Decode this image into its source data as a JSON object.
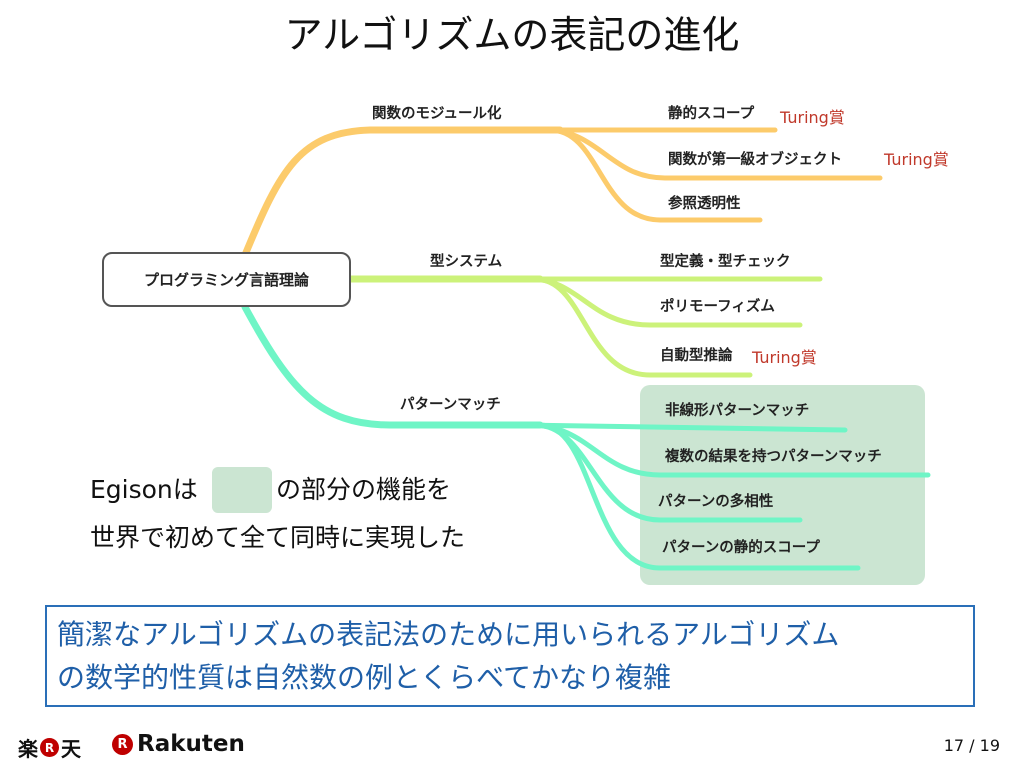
{
  "title": "アルゴリズムの表記の進化",
  "mindmap": {
    "root": "プログラミング言語理論",
    "branches": [
      {
        "label": "関数のモジュール化",
        "color": "#fccb6b",
        "children": [
          {
            "label": "静的スコープ",
            "award": "Turing賞"
          },
          {
            "label": "関数が第一級オブジェクト",
            "award": "Turing賞"
          },
          {
            "label": "参照透明性",
            "award": ""
          }
        ]
      },
      {
        "label": "型システム",
        "color": "#ccf27a",
        "children": [
          {
            "label": "型定義・型チェック",
            "award": ""
          },
          {
            "label": "ポリモーフィズム",
            "award": ""
          },
          {
            "label": "自動型推論",
            "award": "Turing賞"
          }
        ]
      },
      {
        "label": "パターンマッチ",
        "color": "#6ff5c6",
        "children": [
          {
            "label": "非線形パターンマッチ",
            "award": ""
          },
          {
            "label": "複数の結果を持つパターンマッチ",
            "award": ""
          },
          {
            "label": "パターンの多相性",
            "award": ""
          },
          {
            "label": "パターンの静的スコープ",
            "award": ""
          }
        ]
      }
    ]
  },
  "claim": {
    "line1_pre": "Egisonは",
    "line1_post": "の部分の機能を",
    "line2": "世界で初めて全て同時に実現した"
  },
  "summary": {
    "line1": "簡潔なアルゴリズムの表記法のために用いられるアルゴリズム",
    "line2": "の数学的性質は自然数の例とくらべてかなり複雑"
  },
  "footer": {
    "logo_jp": "楽",
    "logo_jp_tail": "天",
    "logo_r": "R",
    "logo_en": "Rakuten",
    "page": "17 / 19"
  },
  "colors": {
    "highlight": "#cbe5d2",
    "summary_blue": "#1f5fa8",
    "award_red": "#c0392b"
  }
}
